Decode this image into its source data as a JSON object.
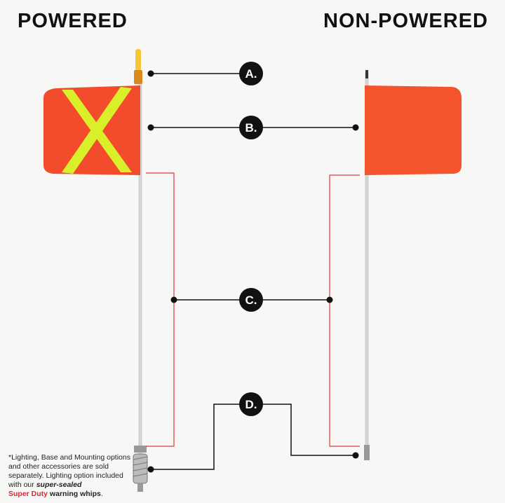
{
  "titles": {
    "powered": "POWERED",
    "non_powered": "NON-POWERED"
  },
  "callouts": {
    "a": "A.",
    "b": "B.",
    "c": "C.",
    "d": "D."
  },
  "footnote": {
    "text1": "*Lighting, Base and Mounting options and other accessories are sold separately. Lighting option included with our ",
    "emph": "super-sealed",
    "brand": "Super Duty",
    "text2": " warning whips",
    "end": "."
  },
  "colors": {
    "flag": "#f24c2c",
    "stripe": "#d8ef2a",
    "bracket": "#e03a3a",
    "line": "#111111"
  }
}
